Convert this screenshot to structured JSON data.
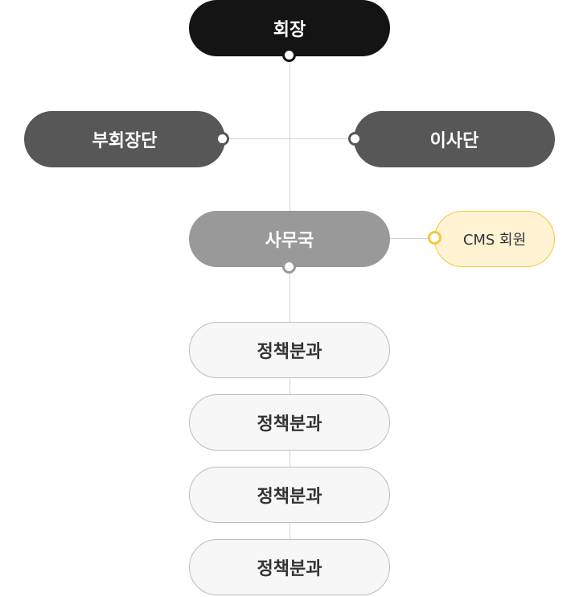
{
  "chart": {
    "president": {
      "label": "회장"
    },
    "vice_presidents": {
      "label": "부회장단"
    },
    "board": {
      "label": "이사단"
    },
    "secretariat": {
      "label": "사무국"
    },
    "cms_members": {
      "label": "CMS 회원"
    },
    "divisions": [
      {
        "label": "정책분과"
      },
      {
        "label": "정책분과"
      },
      {
        "label": "정책분과"
      },
      {
        "label": "정책분과"
      }
    ]
  },
  "colors": {
    "president_fill": "#141414",
    "management_fill": "#575757",
    "secretariat_fill": "#999999",
    "cms_fill": "#fff3d4",
    "cms_accent": "#f3c83a",
    "division_fill": "#f7f7f7",
    "connector": "#d4d4d4"
  }
}
